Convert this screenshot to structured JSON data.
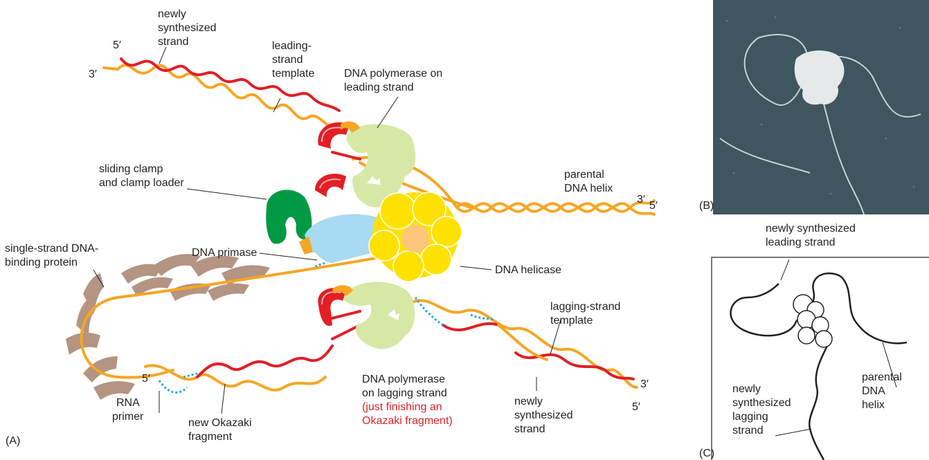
{
  "panels": {
    "a": "(A)",
    "b": "(B)",
    "c": "(C)"
  },
  "panel_a": {
    "labels": {
      "newly_synthesized_strand_top": [
        "newly",
        "synthesized",
        "strand"
      ],
      "leading_strand_template": [
        "leading-",
        "strand",
        "template"
      ],
      "dna_polymerase_leading": [
        "DNA polymerase on",
        "leading strand"
      ],
      "sliding_clamp": [
        "sliding clamp",
        "and clamp loader"
      ],
      "parental_dna_helix": [
        "parental",
        "DNA helix"
      ],
      "single_strand_binding": [
        "single-strand DNA-",
        "binding protein"
      ],
      "dna_primase": "DNA primase",
      "dna_helicase": "DNA helicase",
      "lagging_strand_template": [
        "lagging-strand",
        "template"
      ],
      "rna_primer": [
        "RNA",
        "primer"
      ],
      "new_okazaki_fragment": [
        "new Okazaki",
        "fragment"
      ],
      "dna_polymerase_lagging": [
        "DNA polymerase",
        "on lagging strand"
      ],
      "just_finishing": [
        "(just finishing an",
        "Okazaki fragment)"
      ],
      "newly_synthesized_strand_bottom": [
        "newly",
        "synthesized",
        "strand"
      ]
    },
    "ends": {
      "top_5": "5′",
      "top_3": "3′",
      "parental_3": "3′",
      "parental_5": "5′",
      "okazaki_5": "5′",
      "lagging_3": "3′",
      "lagging_5": "5′"
    }
  },
  "panel_c": {
    "labels": {
      "newly_synthesized_leading": [
        "newly synthesized",
        "leading strand"
      ],
      "newly_synthesized_lagging": [
        "newly",
        "synthesized",
        "lagging",
        "strand"
      ],
      "parental_dna_helix": [
        "parental",
        "DNA",
        "helix"
      ]
    }
  },
  "colors": {
    "polymerase": "#d7e8a6",
    "clamp": "#e31e24",
    "clamp_loader": "#009a44",
    "primase": "#a8daf2",
    "helicase": "#ffe100",
    "ssb": "#b49482",
    "orange_strand": "#f5a623",
    "red_strand": "#e01f26",
    "rna_primer": "#29abe2"
  }
}
